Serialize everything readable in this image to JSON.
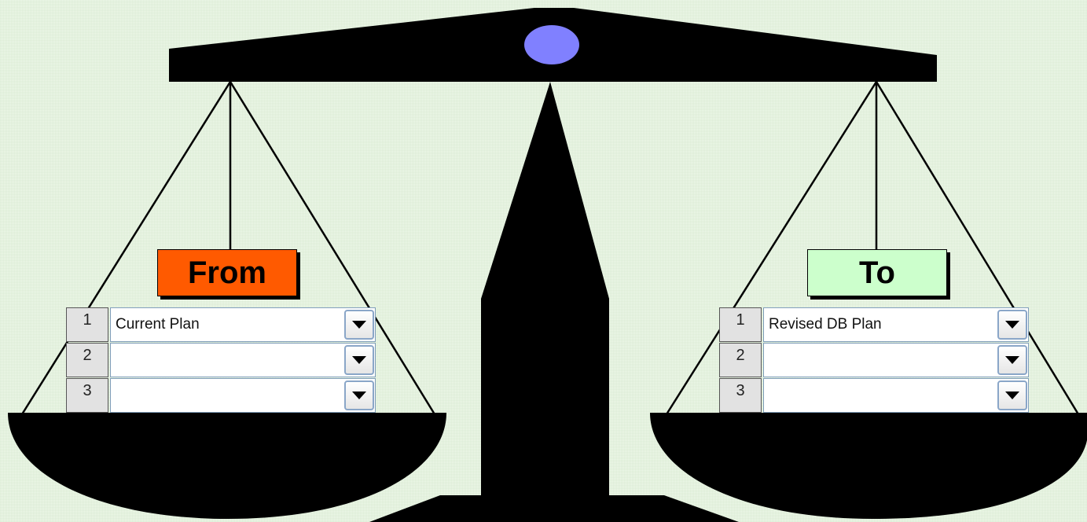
{
  "colors": {
    "background": "#eef8ea",
    "scale": "#000000",
    "pivot": "#8080ff",
    "from_label_bg": "#ff5a00",
    "to_label_bg": "#ccffcc"
  },
  "from_panel": {
    "label": "From",
    "rows": [
      {
        "number": "1",
        "value": "Current Plan"
      },
      {
        "number": "2",
        "value": ""
      },
      {
        "number": "3",
        "value": ""
      }
    ]
  },
  "to_panel": {
    "label": "To",
    "rows": [
      {
        "number": "1",
        "value": "Revised DB Plan"
      },
      {
        "number": "2",
        "value": ""
      },
      {
        "number": "3",
        "value": ""
      }
    ]
  },
  "icons": {
    "dropdown": "chevron-down-icon"
  }
}
